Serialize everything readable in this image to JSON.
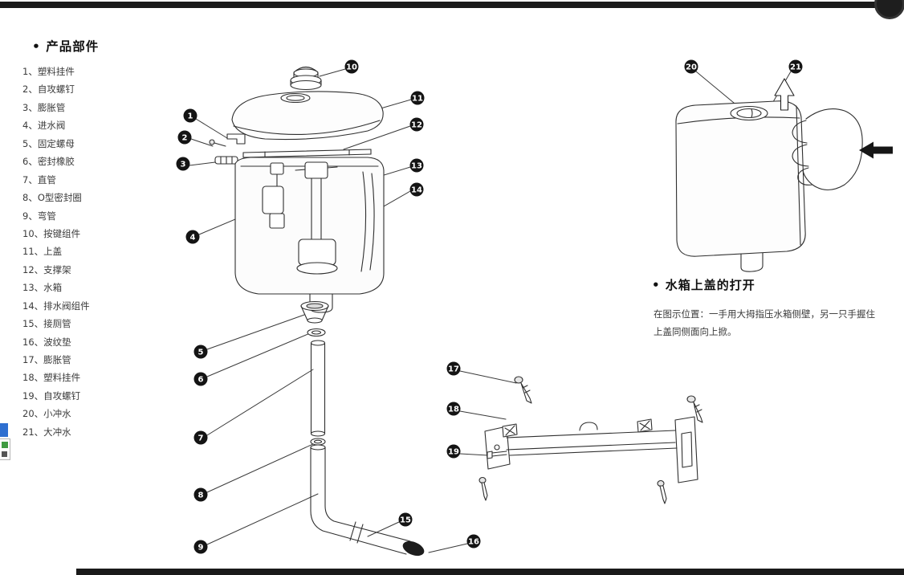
{
  "page": {
    "parts_title": "• 产品部件",
    "open_title": "• 水箱上盖的打开",
    "open_body": "在图示位置：一手用大拇指压水箱侧壁，另一只手握住上盖同侧面向上掀。"
  },
  "parts": {
    "items": [
      "1、塑料挂件",
      "2、自攻螺钉",
      "3、膨胀管",
      "4、进水阀",
      "5、固定螺母",
      "6、密封橡胶",
      "7、直管",
      "8、O型密封圈",
      "9、弯管",
      "10、按键组件",
      "11、上盖",
      "12、支撑架",
      "13、水箱",
      "14、排水阀组件",
      "15、接厕管",
      "16、波纹垫",
      "17、膨胀管",
      "18、塑料挂件",
      "19、自攻螺钉",
      "20、小冲水",
      "21、大冲水"
    ]
  },
  "callouts": [
    "1",
    "2",
    "3",
    "4",
    "5",
    "6",
    "7",
    "8",
    "9",
    "10",
    "11",
    "12",
    "13",
    "14",
    "15",
    "16",
    "17",
    "18",
    "19",
    "20",
    "21"
  ],
  "icons": {
    "up_arrow": "↑",
    "press_arrow": "←"
  },
  "colors": {
    "bar_dark": "#1a1a1a",
    "fragment_blue": "#2e6fd0",
    "fragment_green": "#3f9b41"
  }
}
